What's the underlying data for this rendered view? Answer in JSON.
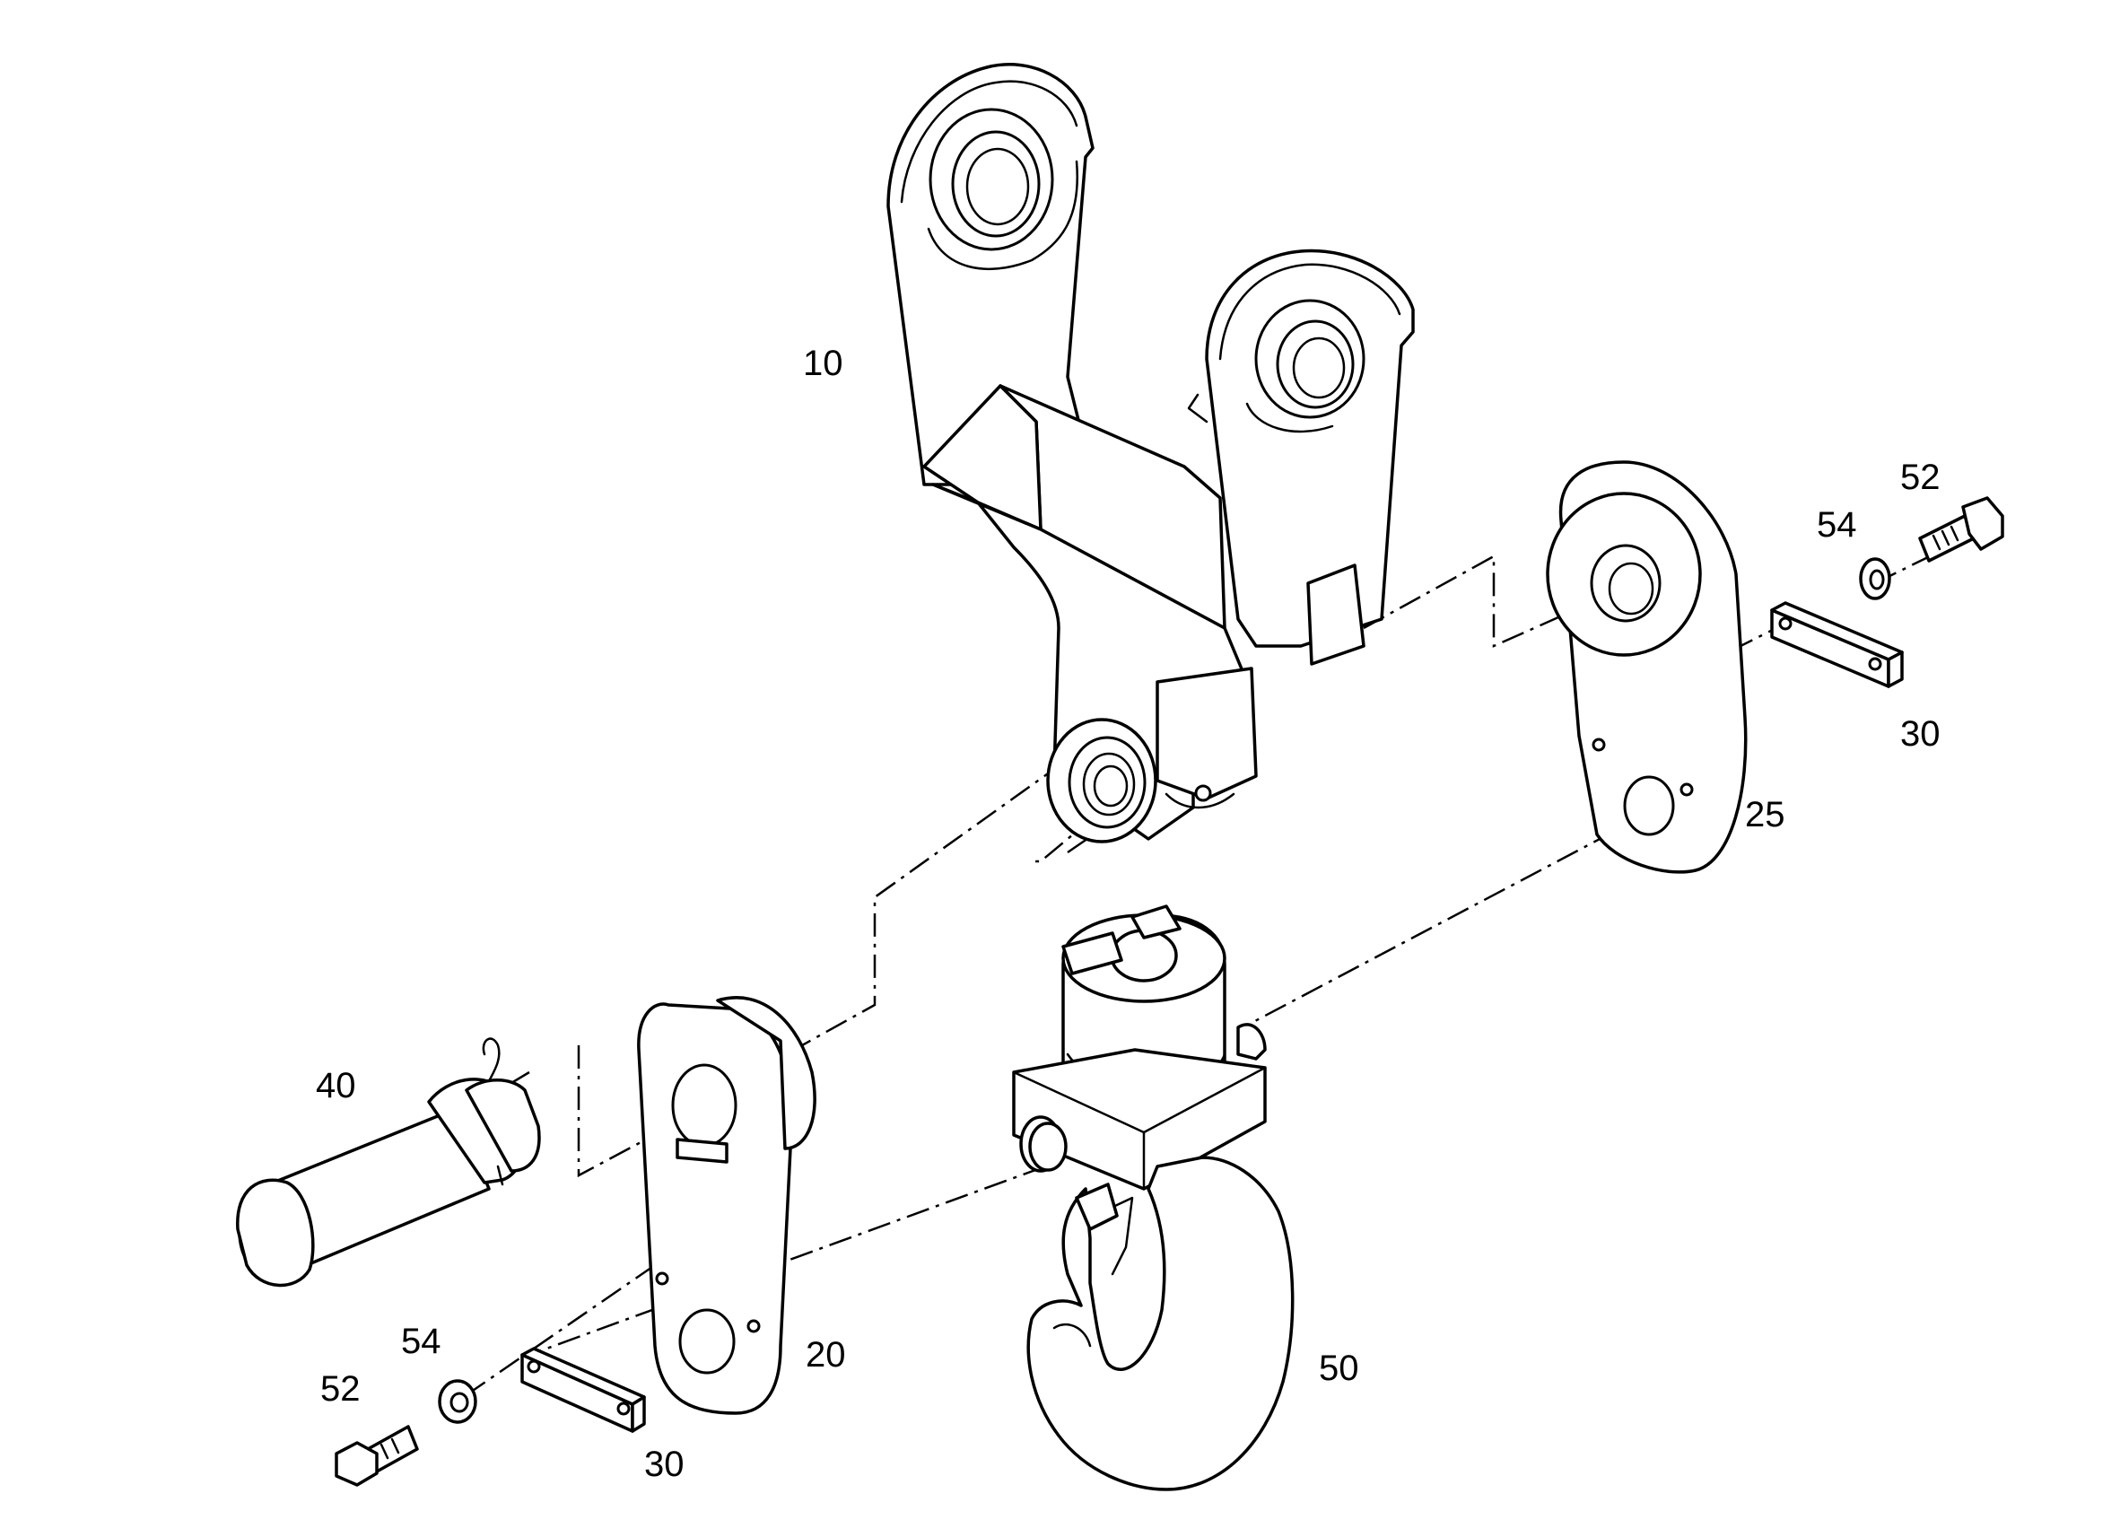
{
  "callouts": {
    "p10": "10",
    "p20": "20",
    "p25": "25",
    "p30_top": "30",
    "p30_bottom": "30",
    "p40": "40",
    "p50": "50",
    "p52_top": "52",
    "p52_bottom": "52",
    "p54_top": "54",
    "p54_bottom": "54"
  }
}
